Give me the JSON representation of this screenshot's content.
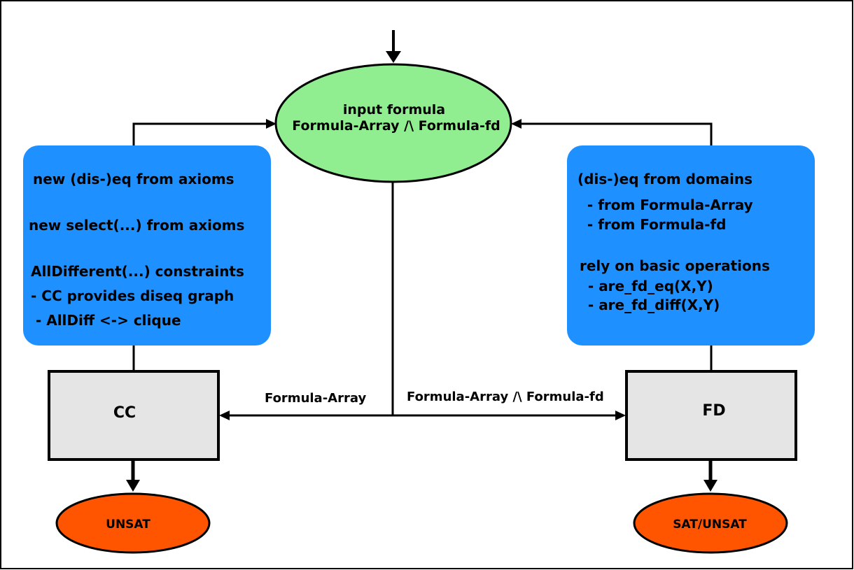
{
  "colors": {
    "input_node": "#90ee90",
    "info_box": "#1e90ff",
    "process_box": "#e5e5e5",
    "result_node": "#ff5500",
    "stroke": "#000000"
  },
  "input_node": {
    "line1": "input formula",
    "line2": "Formula-Array /\\ Formula-fd"
  },
  "left_box": {
    "lines": [
      "new (dis-)eq from axioms",
      "new select(...) from axioms",
      "AllDifferent(...) constraints",
      "- CC provides diseq graph",
      " - AllDiff <-> clique"
    ]
  },
  "right_box": {
    "lines": [
      "(dis-)eq from domains",
      "  - from Formula-Array",
      "  - from Formula-fd",
      "rely on basic operations",
      "  - are_fd_eq(X,Y)",
      "  - are_fd_diff(X,Y)"
    ]
  },
  "cc_box": {
    "label": "CC"
  },
  "fd_box": {
    "label": "FD"
  },
  "edge_labels": {
    "to_cc": "Formula-Array",
    "to_fd": "Formula-Array /\\ Formula-fd"
  },
  "results": {
    "cc_result": "UNSAT",
    "fd_result": "SAT/UNSAT"
  }
}
